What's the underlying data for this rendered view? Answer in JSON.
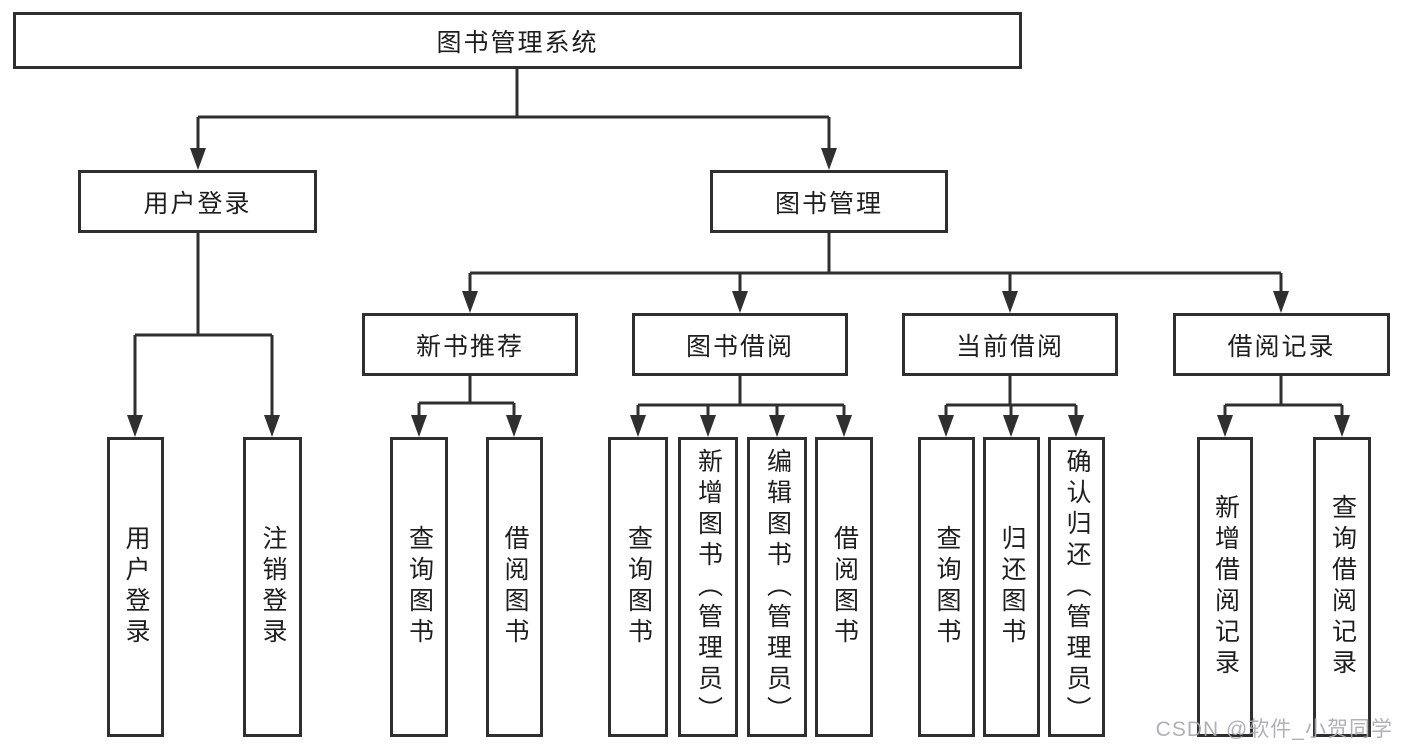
{
  "diagram": {
    "title": "图书管理系统",
    "branches": [
      {
        "label": "用户登录",
        "children": [
          {
            "label": "用户登录"
          },
          {
            "label": "注销登录"
          }
        ]
      },
      {
        "label": "图书管理",
        "children": [
          {
            "label": "新书推荐",
            "children": [
              {
                "label": "查询图书"
              },
              {
                "label": "借阅图书"
              }
            ]
          },
          {
            "label": "图书借阅",
            "children": [
              {
                "label": "查询图书"
              },
              {
                "label": "新增图书（管理员）"
              },
              {
                "label": "编辑图书（管理员）"
              },
              {
                "label": "借阅图书"
              }
            ]
          },
          {
            "label": "当前借阅",
            "children": [
              {
                "label": "查询图书"
              },
              {
                "label": "归还图书"
              },
              {
                "label": "确认归还（管理员）"
              }
            ]
          },
          {
            "label": "借阅记录",
            "children": [
              {
                "label": "新增借阅记录"
              },
              {
                "label": "查询借阅记录"
              }
            ]
          }
        ]
      }
    ]
  },
  "watermark": {
    "text": "CSDN @软件_小贺同学"
  },
  "colors": {
    "line": "#2f2f2f",
    "box_border": "#2f2f2f",
    "text": "#1e1e1e",
    "background": "#ffffff",
    "watermark": "#a8a8b2"
  }
}
